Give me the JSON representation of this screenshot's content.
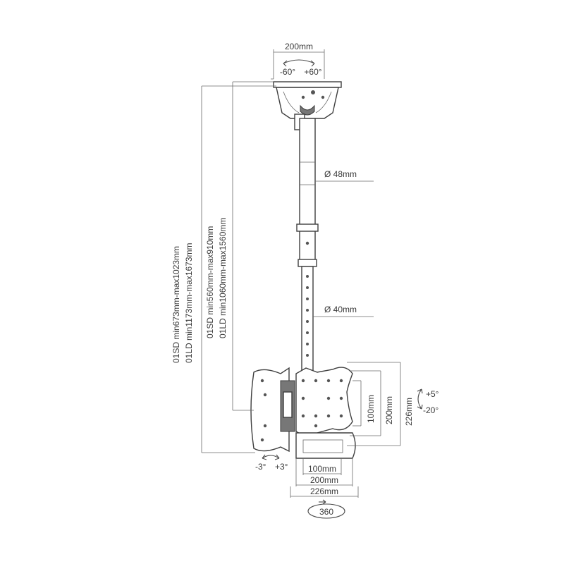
{
  "labels": {
    "top_width": "200mm",
    "swivel_left": "-60°",
    "swivel_right": "+60°",
    "upper_pole_diameter": "Ø 48mm",
    "lower_pole_diameter": "Ø 40mm",
    "outer_height_sd": "01SD min673mm-max1023mm",
    "outer_height_ld": "01LD min1173mm-max1673mm",
    "inner_height_sd": "01SD min560mm-max910mm",
    "inner_height_ld": "01LD min1060mm-max1560mm",
    "vesa_h_100": "100mm",
    "vesa_h_200": "200mm",
    "vesa_h_226": "226mm",
    "vesa_w_100": "100mm",
    "vesa_w_200": "200mm",
    "vesa_w_226": "226mm",
    "tilt_up": "+5°",
    "tilt_down": "-20°",
    "rotate_left": "-3°",
    "rotate_right": "+3°",
    "rotation_360": "360"
  }
}
